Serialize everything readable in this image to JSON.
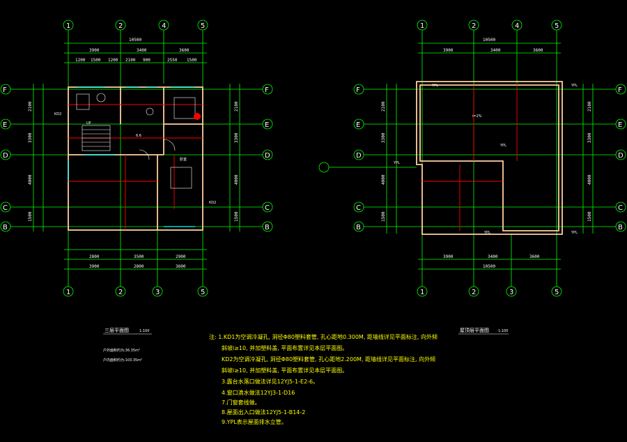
{
  "left_plan": {
    "total_dim": "10500",
    "top_dims1": [
      "3900",
      "3400",
      "3600"
    ],
    "top_dims2": [
      "1200",
      "1500",
      "1200",
      "2100",
      "900",
      "2550",
      "1500"
    ],
    "bottom_dims1": [
      "2800",
      "3500",
      "2900"
    ],
    "bottom_dims2": [
      "3900",
      "2800",
      "3600"
    ],
    "side_dims": [
      "2100",
      "3300",
      "2100",
      "4000",
      "1500"
    ],
    "axes_x": [
      "1",
      "2",
      "4",
      "5"
    ],
    "axes_x_bottom": [
      "1",
      "2",
      "3",
      "5"
    ],
    "axes_y": [
      "F",
      "E",
      "D",
      "C",
      "B"
    ],
    "labels": {
      "kd2a": "KD2",
      "kd2b": "KD2",
      "elev": "6.6",
      "room": "卧室",
      "stair": "UP"
    },
    "title": "三层平面图",
    "scale": "1:100",
    "area1": "户外面积约为:36.35m²",
    "area2": "户内面积约为:103.35m²"
  },
  "right_plan": {
    "total_dim": "10500",
    "top_dims": [
      "3900",
      "3400",
      "3600"
    ],
    "bottom_dims": [
      "3900",
      "3400",
      "3600"
    ],
    "bottom_total": "10500",
    "side_dims": [
      "2100",
      "3300",
      "2100",
      "4000",
      "1500"
    ],
    "axes_x": [
      "1",
      "2",
      "4",
      "5"
    ],
    "axes_x_bottom": [
      "1",
      "2",
      "3",
      "5"
    ],
    "axes_y": [
      "F",
      "E",
      "D",
      "C",
      "B"
    ],
    "labels": {
      "ypl": "YPL",
      "slope": "i=2%"
    },
    "title": "屋顶层平面图",
    "scale": "1:100"
  },
  "notes": [
    "注:  1.KD1为空调冷凝孔, 洞径Φ80塑料套管, 孔心距地0.300M, 距墙线详见平面标注, 向外倾",
    "斜坡i≥10, 并加塑料盖, 平面布置详见本层平面图。",
    "KD2为空调冷凝孔, 洞径Φ80塑料套管, 孔心距地2.200M, 距墙线详见平面标注, 向外倾",
    "斜坡i≥10, 并加塑料盖, 平面布置详见本层平面图。",
    "3.露台水落口做法详见12YJ5-1-E2-6。",
    "4.窗口滴水做法12YJ3-1-D16",
    "7.门窗套线做。",
    "8.屋面出入口做法12YJ5-1-B14-2",
    "9.YPL表示屋面排水立管。"
  ]
}
